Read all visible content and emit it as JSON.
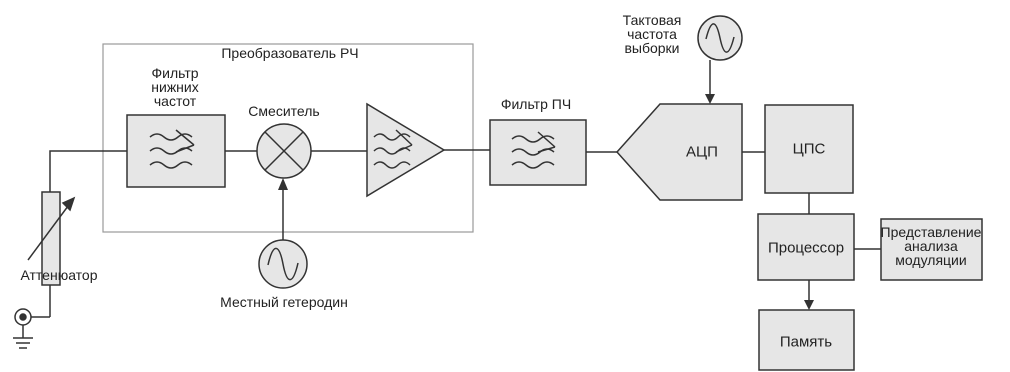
{
  "rf_converter": {
    "title": "Преобразователь РЧ"
  },
  "lowpass_filter": {
    "lines": [
      "Фильтр",
      "нижних",
      "частот"
    ]
  },
  "mixer": {
    "label": "Смеситель"
  },
  "local_oscillator": {
    "label": "Местный гетеродин"
  },
  "if_filter": {
    "label": "Фильтр ПЧ"
  },
  "sample_clock": {
    "lines": [
      "Тактовая",
      "частота",
      "выборки"
    ]
  },
  "adc": {
    "label": "АЦП"
  },
  "dsp": {
    "label": "ЦПС"
  },
  "processor": {
    "label": "Процессор"
  },
  "modulation_display": {
    "lines": [
      "Представление",
      "анализа",
      "модуляции"
    ]
  },
  "memory": {
    "label": "Память"
  },
  "attenuator": {
    "label": "Аттенюатор"
  },
  "colors": {
    "line": "#333333",
    "box_fill": "#e6e6e6",
    "converter_border": "#9a9a9a"
  }
}
